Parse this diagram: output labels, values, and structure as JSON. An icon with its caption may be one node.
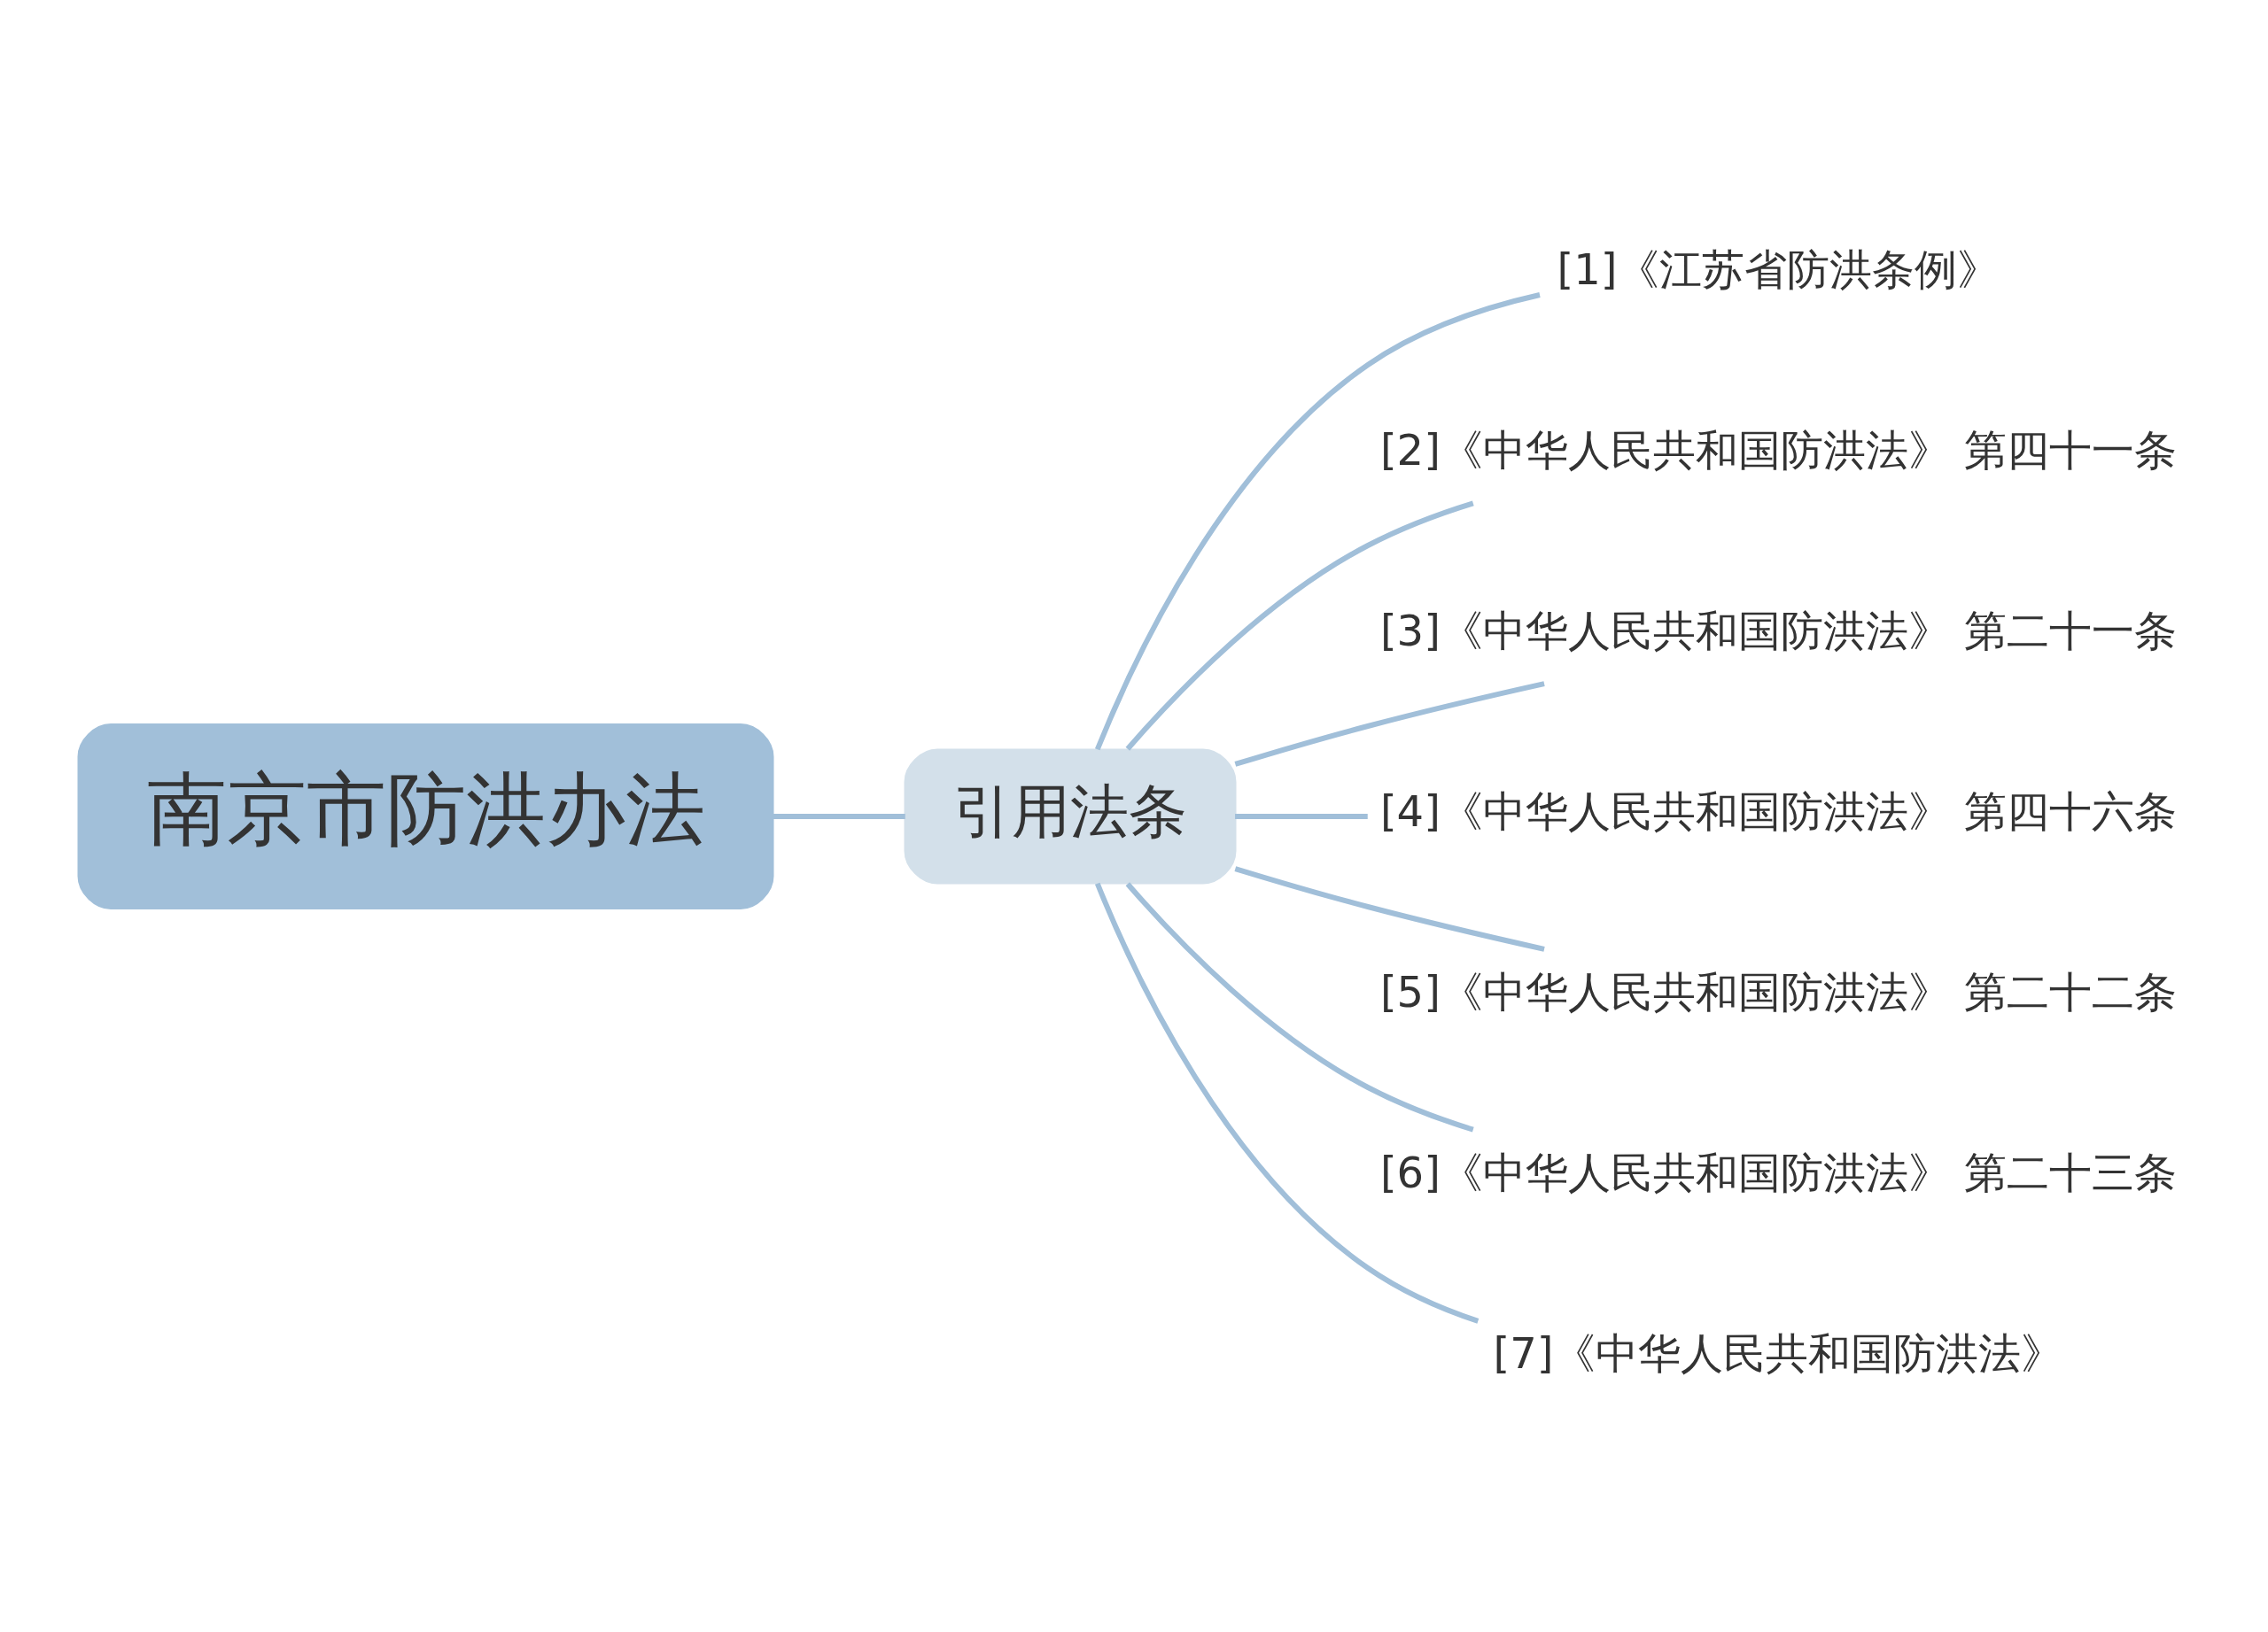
{
  "diagram": {
    "nodes": [
      {
        "text": [
          "南京市防洪办法"
        ]
      },
      {
        "text": [
          "引用法条"
        ]
      },
      {
        "text": [
          "[1]《江苏省防洪条例》"
        ]
      },
      {
        "text": [
          "[2]《中华人民共和国防洪法》 第四十一条"
        ]
      },
      {
        "text": [
          "[3]《中华人民共和国防洪法》 第二十一条"
        ]
      },
      {
        "text": [
          "[4]《中华人民共和国防洪法》 第四十六条"
        ]
      },
      {
        "text": [
          "[5]《中华人民共和国防洪法》 第二十二条"
        ]
      },
      {
        "text": [
          "[6]《中华人民共和国防洪法》 第二十三条"
        ]
      },
      {
        "text": [
          "[7]《中华人民共和国防洪法》"
        ]
      }
    ],
    "edges": [
      {
        "from": 0,
        "to": 1,
        "arrow": "none"
      },
      {
        "from": 1,
        "to": 2,
        "arrow": "none"
      },
      {
        "from": 1,
        "to": 3,
        "arrow": "none"
      },
      {
        "from": 1,
        "to": 4,
        "arrow": "none"
      },
      {
        "from": 1,
        "to": 5,
        "arrow": "none"
      },
      {
        "from": 1,
        "to": 6,
        "arrow": "none"
      },
      {
        "from": 1,
        "to": 7,
        "arrow": "none"
      },
      {
        "from": 1,
        "to": 8,
        "arrow": "none"
      }
    ]
  }
}
